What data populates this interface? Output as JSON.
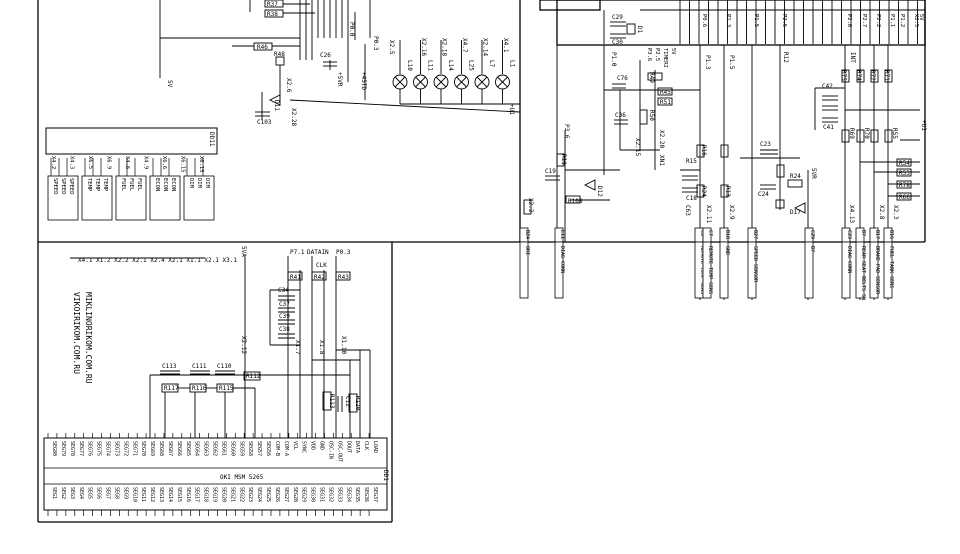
{
  "frames": {
    "upper_left": {},
    "lower_left": {},
    "upper_right_inner": {}
  },
  "top_left_resistors": [
    "R37",
    "R38"
  ],
  "mid_left": {
    "r46": "R46",
    "r48": "R48",
    "c26": "C26",
    "c103": "C103",
    "d11": "D11",
    "x2_6": "X2.6",
    "x2_28": "X2.28",
    "supply_5v": "5V",
    "plus5vr": "+5VR",
    "plus4std": "+4STD",
    "p0_3": "P0.3",
    "p0_0": "P0.0",
    "x2_5": "X2.5"
  },
  "lamp_row": {
    "lamps": [
      "L10",
      "L11",
      "L14",
      "L25",
      "L7",
      "L1"
    ],
    "connectors": [
      "X2.16",
      "X2.18",
      "X4.7",
      "X2.14",
      "X4.1"
    ],
    "net": "+U1"
  },
  "dd11": {
    "label": "DD11",
    "pin_labels": [
      "X4.2",
      "X4.3",
      "X6.5",
      "X6.9",
      "X4.6",
      "X4.9",
      "X6.6",
      "X6.15",
      "X6.15"
    ],
    "groups": [
      [
        "SPEED",
        "SPEED",
        "SPEED"
      ],
      [
        "TEMP",
        "TEMP",
        "TEMP"
      ],
      [
        "FUEL",
        "FUEL",
        "FUEL"
      ],
      [
        "ECON",
        "ECON",
        "ECON"
      ],
      [
        "DIM",
        "DIM",
        "DIM"
      ]
    ]
  },
  "right_top": {
    "labels": [
      "C29",
      "C30",
      "D1",
      "P0.6",
      "P1.0",
      "P1.3",
      "P1.5",
      "P2.5",
      "P2.6",
      "P2.7",
      "P2.2",
      "P1.1",
      "P1.2",
      "INT",
      "X2.5",
      "5V"
    ],
    "top_center": [
      "P3.6",
      "P2.5",
      "TIMERI",
      "5V"
    ]
  },
  "right_mid": {
    "labels": [
      "C76",
      "C36",
      "R45",
      "R51",
      "R50",
      "R49",
      "X2.15",
      "X2.20",
      "XN1",
      "P3.6",
      "P1.0",
      "P1.3",
      "P1.5",
      "+U1",
      "C42",
      "C41",
      "C36",
      "C42",
      "R75",
      "R74",
      "R72",
      "R71",
      "R69",
      "R70",
      "R54",
      "R53",
      "R78",
      "R66",
      "R55",
      "C23",
      "C24",
      "D17",
      "R24",
      "5VR",
      "INT",
      "D12",
      "R11",
      "R16",
      "R1",
      "R2",
      "R3",
      "R4",
      "R14",
      "R15",
      "C18",
      "C19",
      "C63",
      "X2.11",
      "X2.9",
      "X4.13",
      "X2.8",
      "X2.3",
      "X2.2",
      "R108",
      "R24",
      "R13",
      "R12",
      "DAT.IM2",
      "P1.3",
      "P1.2",
      "P1.1",
      "P1.0"
    ]
  },
  "right_bus": {
    "labels": [
      "BZ4",
      "E11",
      "C6",
      "C7",
      "B18",
      "B27",
      "C29",
      "C23",
      "B7",
      "B17",
      "B16",
      "C17"
    ],
    "vertical": [
      "ORI",
      "DIAG CONN",
      "REMOTE TEMP SENS",
      "REMOTE TEMP SENS",
      "GND",
      "SPEED SENSOR",
      "B7",
      "DIAG CONN",
      "REAR SEAT BELTS SW",
      "BRAKE PAD SENSOR",
      "FUEL TANK SENS"
    ]
  },
  "lower_left": {
    "connector_header": "X4.1 X1.2 X2.2 X2.1 X2.4 X2.1 X1.1 X2.1 X3.1",
    "website_line1": "MIKLINORIKOM.COM.RU",
    "website_line2": "VIKOIRIKOM.COM.RU",
    "signals": [
      "5VA",
      "P7.1",
      "DATAIN",
      "CLK",
      "P0.3"
    ],
    "resistors": [
      "R41",
      "R42",
      "R43",
      "R117",
      "R116",
      "R115",
      "R112",
      "R113",
      "R110"
    ],
    "caps": [
      "C34",
      "C37",
      "C39",
      "C38",
      "C113",
      "C111",
      "C110",
      "C12"
    ],
    "xlabels": [
      "X2.12",
      "X1.7",
      "X1.8",
      "X1.10"
    ],
    "chip_label": "OKI MSM 5265",
    "dd1_label": "DD1",
    "top_pins": [
      "SEG80",
      "SEG79",
      "SEG78",
      "SEG77",
      "SEG76",
      "SEG75",
      "SEG74",
      "SEG73",
      "SEG72",
      "SEG71",
      "SEG70",
      "SEG69",
      "SEG68",
      "SEG67",
      "SEG66",
      "SEG65",
      "SEG64",
      "SEG63",
      "SEG62",
      "SEG61",
      "SEG60",
      "SEG59",
      "SEG58",
      "SEG57",
      "SEG56",
      "COM-B",
      "COM-A",
      "VCL",
      "SYNC",
      "VDD",
      "GND",
      "OSC-IN",
      "OSC-OUT",
      "DOUT",
      "DATA",
      "CLK",
      "LOAD"
    ],
    "bottom_pins": [
      "SEG1",
      "SEG2",
      "SEG3",
      "SEG4",
      "SEG5",
      "SEG6",
      "SEG7",
      "SEG8",
      "SEG9",
      "SEG10",
      "SEG11",
      "SEG12",
      "SEG13",
      "SEG14",
      "SEG15",
      "SEG16",
      "SEG17",
      "SEG18",
      "SEG19",
      "SEG20",
      "SEG21",
      "SEG22",
      "SEG23",
      "SEG24",
      "SEG25",
      "SEG26",
      "SEG27",
      "SEG28",
      "SEG29",
      "SEG30",
      "SEG31",
      "SEG32",
      "SEG33",
      "SEG34",
      "SEG35",
      "SEG36",
      "SEG37"
    ]
  }
}
